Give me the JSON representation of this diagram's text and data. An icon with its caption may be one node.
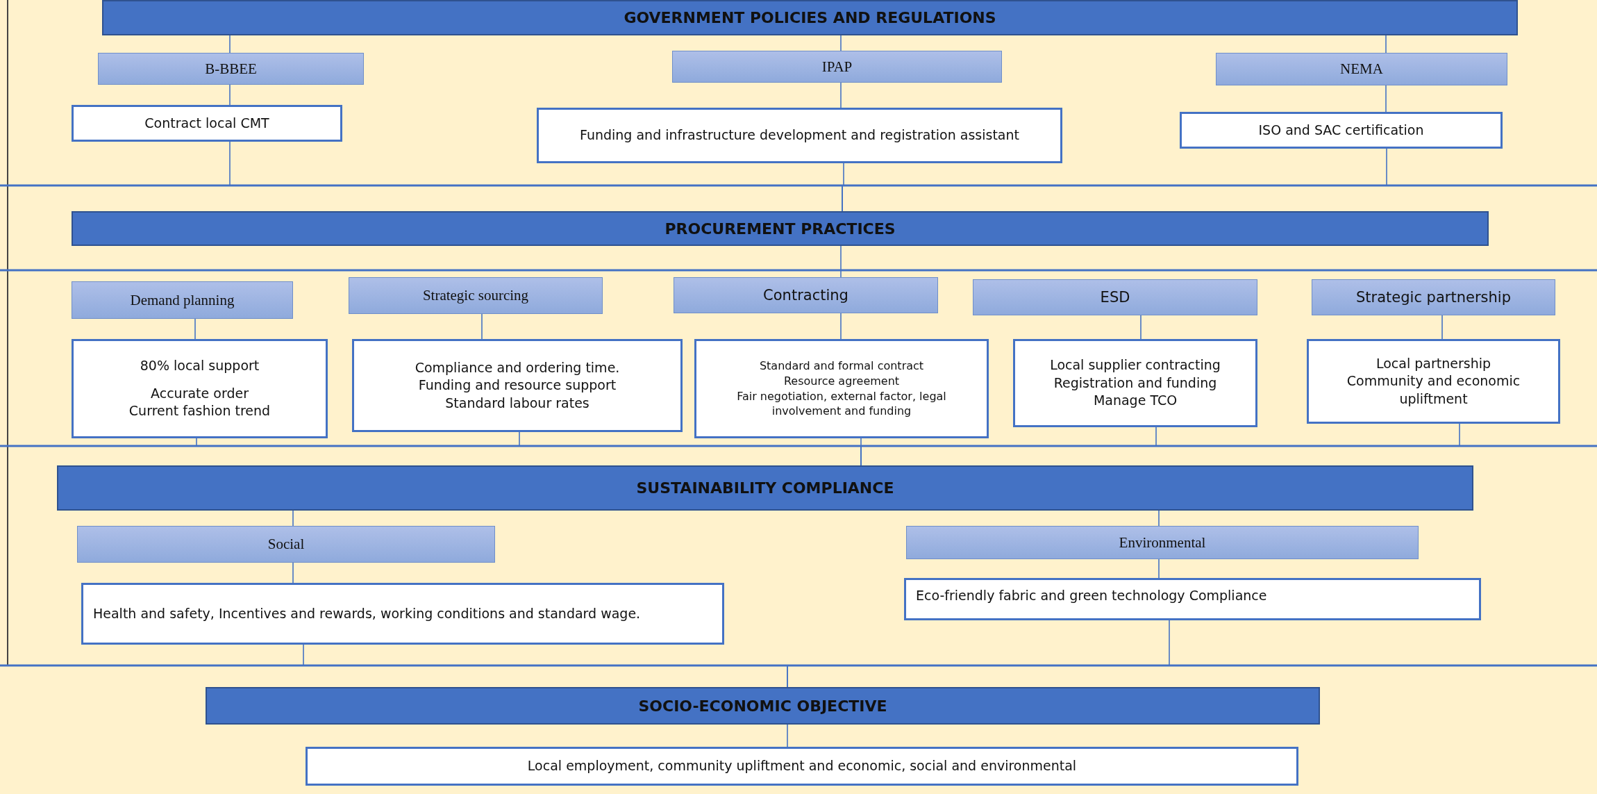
{
  "diagram": {
    "nodes": [
      {
        "text": [
          "GOVERNMENT POLICIES AND REGULATIONS"
        ]
      },
      {
        "text": [
          "B-BBEE"
        ]
      },
      {
        "text": [
          "Contract local CMT"
        ]
      },
      {
        "text": [
          "IPAP"
        ]
      },
      {
        "text": [
          "Funding and infrastructure development and registration assistant"
        ]
      },
      {
        "text": [
          "NEMA"
        ]
      },
      {
        "text": [
          "ISO and SAC certification"
        ]
      },
      {
        "text": [
          "PROCUREMENT PRACTICES"
        ]
      },
      {
        "text": [
          "Demand planning"
        ]
      },
      {
        "text": [
          "80% local support",
          "Accurate order",
          "Current fashion trend"
        ]
      },
      {
        "text": [
          "Strategic sourcing"
        ]
      },
      {
        "text": [
          "Compliance and ordering time.",
          "Funding and resource support",
          "Standard labour rates"
        ]
      },
      {
        "text": [
          "Contracting"
        ]
      },
      {
        "text": [
          "Standard and formal contract",
          "Resource agreement",
          "Fair negotiation, external factor, legal involvement and funding"
        ]
      },
      {
        "text": [
          "ESD"
        ]
      },
      {
        "text": [
          "Local supplier contracting",
          "Registration and funding",
          "Manage TCO"
        ]
      },
      {
        "text": [
          "Strategic partnership"
        ]
      },
      {
        "text": [
          "Local partnership",
          "Community and economic upliftment"
        ]
      },
      {
        "text": [
          "SUSTAINABILITY COMPLIANCE"
        ]
      },
      {
        "text": [
          "Social"
        ]
      },
      {
        "text": [
          "Health and safety, Incentives and rewards, working conditions and standard wage."
        ]
      },
      {
        "text": [
          "Environmental"
        ]
      },
      {
        "text": [
          "Eco-friendly fabric and green technology Compliance"
        ]
      },
      {
        "text": [
          "SOCIO-ECONOMIC OBJECTIVE"
        ]
      },
      {
        "text": [
          "Local employment, community upliftment and economic, social and environmental"
        ]
      }
    ],
    "edges": [
      {
        "from": 0,
        "to": 1,
        "arrow": "none"
      },
      {
        "from": 1,
        "to": 2,
        "arrow": "none"
      },
      {
        "from": 0,
        "to": 3,
        "arrow": "none"
      },
      {
        "from": 3,
        "to": 4,
        "arrow": "none"
      },
      {
        "from": 0,
        "to": 5,
        "arrow": "none"
      },
      {
        "from": 5,
        "to": 6,
        "arrow": "none"
      },
      {
        "from": 2,
        "to": 7,
        "arrow": "none"
      },
      {
        "from": 4,
        "to": 7,
        "arrow": "none"
      },
      {
        "from": 6,
        "to": 7,
        "arrow": "none"
      },
      {
        "from": 7,
        "to": 12,
        "arrow": "none"
      },
      {
        "from": 8,
        "to": 9,
        "arrow": "none"
      },
      {
        "from": 10,
        "to": 11,
        "arrow": "none"
      },
      {
        "from": 12,
        "to": 13,
        "arrow": "none"
      },
      {
        "from": 14,
        "to": 15,
        "arrow": "none"
      },
      {
        "from": 16,
        "to": 17,
        "arrow": "none"
      },
      {
        "from": 9,
        "to": 18,
        "arrow": "none"
      },
      {
        "from": 11,
        "to": 18,
        "arrow": "none"
      },
      {
        "from": 13,
        "to": 18,
        "arrow": "none"
      },
      {
        "from": 15,
        "to": 18,
        "arrow": "none"
      },
      {
        "from": 17,
        "to": 18,
        "arrow": "none"
      },
      {
        "from": 18,
        "to": 19,
        "arrow": "none"
      },
      {
        "from": 18,
        "to": 21,
        "arrow": "none"
      },
      {
        "from": 19,
        "to": 20,
        "arrow": "none"
      },
      {
        "from": 21,
        "to": 22,
        "arrow": "none"
      },
      {
        "from": 20,
        "to": 23,
        "arrow": "none"
      },
      {
        "from": 22,
        "to": 23,
        "arrow": "none"
      },
      {
        "from": 23,
        "to": 24,
        "arrow": "none"
      }
    ]
  }
}
